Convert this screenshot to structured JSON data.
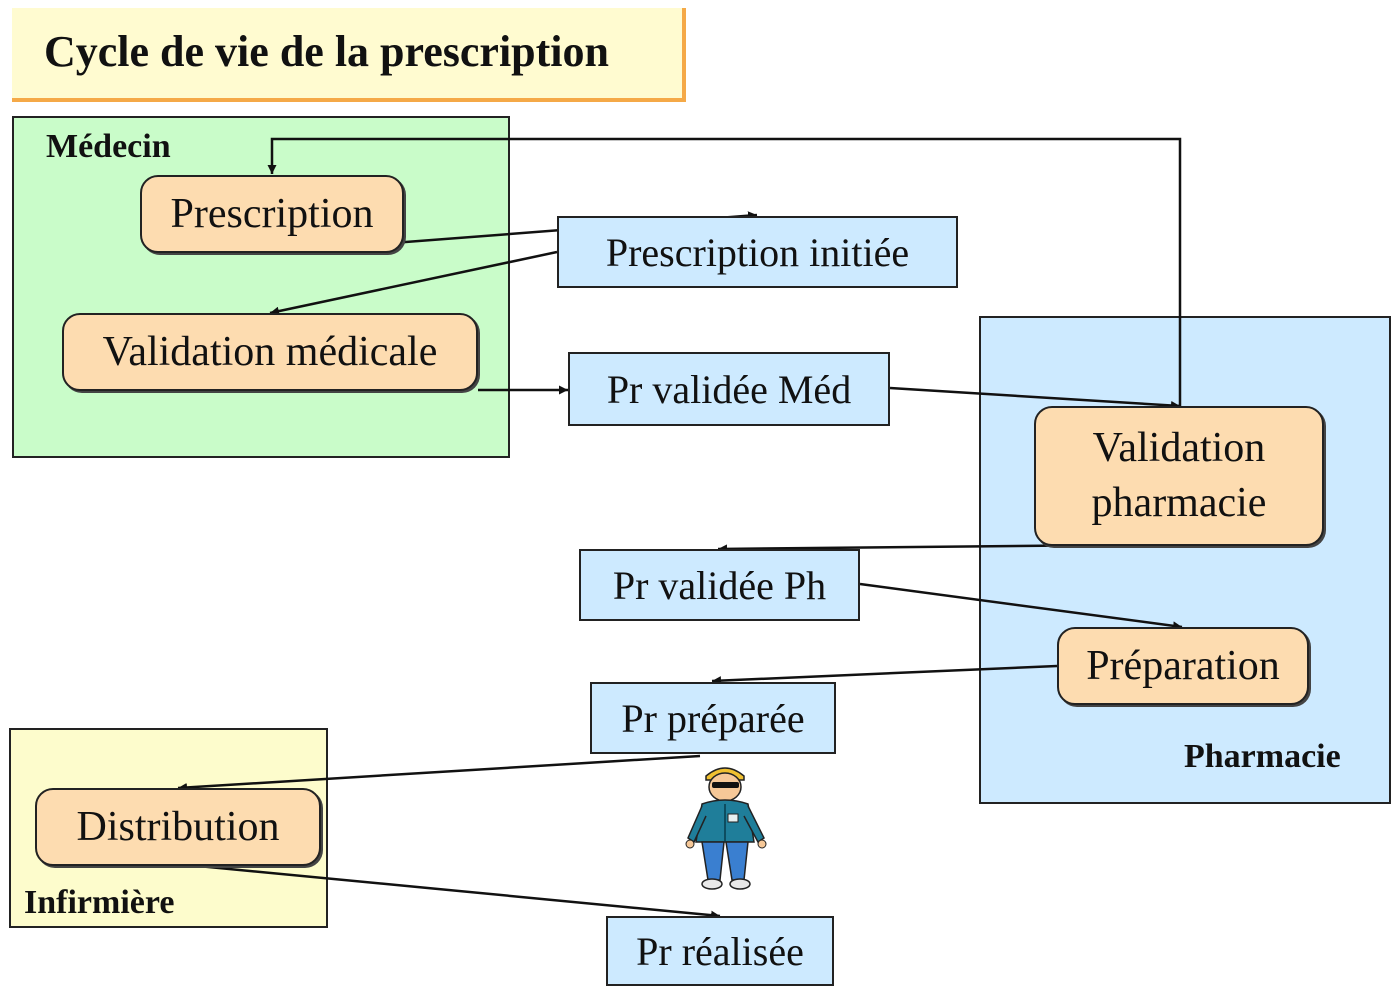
{
  "title": "Cycle de vie de la prescription",
  "zones": {
    "medecin": "Médecin",
    "pharmacie": "Pharmacie",
    "infirmiere": "Infirmière"
  },
  "processes": {
    "prescription": "Prescription",
    "validation_medicale": "Validation médicale",
    "validation_pharmacie_line1": "Validation",
    "validation_pharmacie_line2": "pharmacie",
    "preparation": "Préparation",
    "distribution": "Distribution"
  },
  "states": {
    "initiee": "Prescription initiée",
    "validee_med": "Pr validée Méd",
    "validee_ph": "Pr validée Ph",
    "preparee": "Pr préparée",
    "realisee": "Pr réalisée"
  },
  "colors": {
    "medecin_zone": "#c9fcc9",
    "pharmacie_zone": "#cdeaff",
    "infirmiere_zone": "#fdfccc",
    "process_fill": "#fddcb0",
    "state_fill": "#cdeaff",
    "title_fill": "#fffbd0",
    "title_accent": "#f5a947"
  },
  "icons": {
    "courier": "delivery-person-icon"
  }
}
